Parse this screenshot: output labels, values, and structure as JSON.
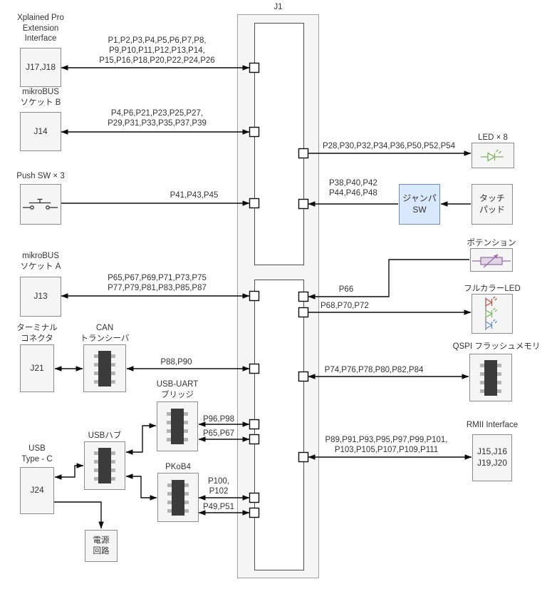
{
  "j1": {
    "label": "J1"
  },
  "colors": {
    "box_fill": "#f5f5f5",
    "box_border": "#8c8c8c",
    "jumper_fill": "#dae8fc",
    "jumper_border": "#6c8ebf",
    "line_black": "#0d0d0d",
    "led_green": "#82b366",
    "pot_purple": "#9673a6",
    "pot_fill": "#e1d5e7",
    "rgb_red": "#b85450",
    "rgb_green": "#82b366",
    "rgb_blue": "#6c8ebf",
    "chip_body": "#3b3b3b",
    "chip_pin": "#b3b3b3"
  },
  "icons": {
    "push_switch": "push-button-switch-symbol",
    "led": "green-led-diode-symbol",
    "rgb_led": "red-green-blue-led-symbols",
    "potentiometer": "purple-variable-resistor-arrow-symbol",
    "ic_chip": "dark-ic-chip-with-side-pins"
  },
  "boxes": {
    "xplained": {
      "caption": "Xplained Pro\nExtension\nInterface",
      "label": "J17,J18"
    },
    "mikrobus_b": {
      "caption": "mikroBUS\nソケット B",
      "label": "J14"
    },
    "push_sw": {
      "caption": "Push SW × 3"
    },
    "mikrobus_a": {
      "caption": "mikroBUS\nソケット A",
      "label": "J13"
    },
    "terminal": {
      "caption": "ターミナル\nコネクタ",
      "label": "J21"
    },
    "can": {
      "caption": "CAN\nトランシーバ"
    },
    "usb_uart": {
      "caption": "USB-UART\nブリッジ"
    },
    "usb_hub": {
      "caption": "USBハブ"
    },
    "pkob4": {
      "caption": "PKoB4"
    },
    "usb_c": {
      "caption": "USB\nType - C",
      "label": "J24"
    },
    "power": {
      "label": "電源\n回路"
    },
    "led8": {
      "caption": "LED × 8"
    },
    "jumper_sw": {
      "label": "ジャンパ\nSW"
    },
    "touch_pad": {
      "label": "タッチ\nパッド"
    },
    "potentiometer": {
      "caption": "ポテンション"
    },
    "fullcolor_led": {
      "caption": "フルカラーLED"
    },
    "qspi": {
      "caption": "QSPI フラッシュメモリ"
    },
    "rmii": {
      "caption": "RMII Interface",
      "label": "J15,J16\nJ19,J20"
    }
  },
  "connections": {
    "xplained": "P1,P2,P3,P4,P5,P6,P7,P8,\nP9,P10,P11,P12,P13,P14,\nP15,P16,P18,P20,P22,P24,P26",
    "mikrobus_b": "P4,P6,P21,P23,P25,P27,\nP29,P31,P33,P35,P37,P39",
    "push_sw": "P41,P43,P45",
    "led8": "P28,P30,P32,P34,P36,P50,P52,P54",
    "jumper_sw": "P38,P40,P42\nP44,P46,P48",
    "mikrobus_a": "P65,P67,P69,P71,P73,P75\nP77,P79,P81,P83,P85,P87",
    "potentiometer": "P66",
    "fullcolor_led": "P68,P70,P72",
    "can": "P88,P90",
    "qspi": "P74,P76,P78,P80,P82,P84",
    "usb_uart_1": "P96,P98",
    "usb_uart_2": "P65,P67",
    "pkob4_1": "P100,\nP102",
    "pkob4_2": "P49,P51",
    "rmii": "P89,P91,P93,P95,P97,P99,P101,\nP103,P105,P107,P109,P111"
  }
}
